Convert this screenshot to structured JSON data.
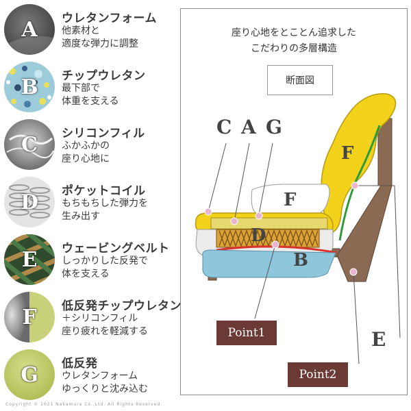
{
  "legend": [
    {
      "letter": "A",
      "title": "ウレタンフォーム",
      "desc": [
        "他素材と",
        "適度な弾力に調整"
      ]
    },
    {
      "letter": "B",
      "title": "チップウレタン",
      "desc": [
        "最下部で",
        "体重を支える"
      ]
    },
    {
      "letter": "C",
      "title": "シリコンフィル",
      "desc": [
        "ふかふかの",
        "座り心地に"
      ]
    },
    {
      "letter": "D",
      "title": "ポケットコイル",
      "desc": [
        "もちもちした弾力を",
        "生み出す"
      ]
    },
    {
      "letter": "E",
      "title": "ウェービングベルト",
      "desc": [
        "しっかりした反発で",
        "体を支える"
      ]
    },
    {
      "letter": "F",
      "title": "低反発チップウレタン",
      "desc": [
        "＋シリコンフィル",
        "座り疲れを軽減する"
      ]
    },
    {
      "letter": "G",
      "title": "低反発",
      "desc": [
        "ウレタンフォーム",
        "ゆっくりと沈み込む"
      ]
    }
  ],
  "copyright": "Copyright © 2021 Nakamura Co.,Ltd. All Rights Reserved.",
  "panel": {
    "headline": [
      "座り心地をとことん追求した",
      "こだわりの多層構造"
    ],
    "section_label": "断面図",
    "labels": {
      "c": "C",
      "a": "A",
      "g": "G",
      "f_back": "F",
      "f_seat": "F",
      "d": "D",
      "b": "B",
      "e": "E"
    },
    "point1": "Point1",
    "point2": "Point2"
  },
  "colors": {
    "frame": "#8a6a52",
    "yellow_foam": "#f2d21a",
    "blue_chip": "#8ec6dc",
    "coil": "#d9a23a",
    "silicone": "#ececec",
    "red_belt": "#d8322a",
    "green_belt": "#2e9a3a",
    "point_tag": "#6b3a34",
    "marker": "#e9b5cf"
  }
}
